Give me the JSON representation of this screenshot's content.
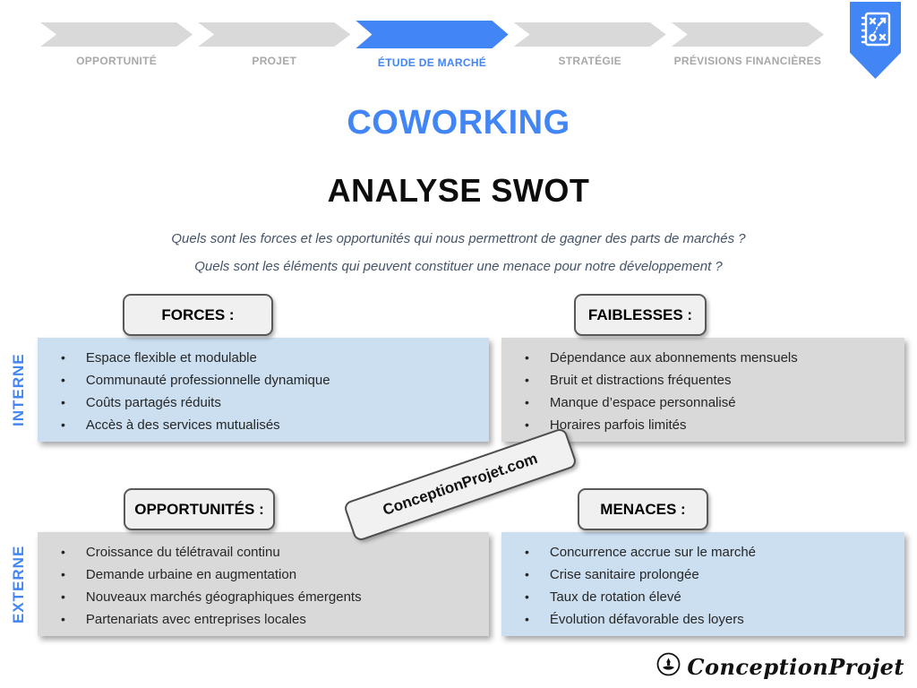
{
  "stepper": {
    "steps": [
      {
        "label": "OPPORTUNITÉ",
        "active": false
      },
      {
        "label": "PROJET",
        "active": false
      },
      {
        "label": "ÉTUDE DE MARCHÉ",
        "active": true
      },
      {
        "label": "STRATÉGIE",
        "active": false
      },
      {
        "label": "PRÉVISIONS FINANCIÈRES",
        "active": false
      }
    ]
  },
  "badge": {
    "icon": "strategy-plan-icon"
  },
  "header": {
    "title": "COWORKING",
    "subtitle": "ANALYSE SWOT"
  },
  "questions": [
    "Quels sont les forces et les opportunités qui nous permettront de gagner des parts de marchés ?",
    "Quels sont les éléments qui peuvent constituer une menace pour notre développement ?"
  ],
  "axis": {
    "internal": "INTERNE",
    "external": "EXTERNE"
  },
  "quadrants": {
    "forces": {
      "label": "FORCES :",
      "panel_color": "#CCDFF1",
      "items": [
        "Espace flexible et modulable",
        "Communauté professionnelle dynamique",
        "Coûts partagés réduits",
        "Accès à des services mutualisés"
      ]
    },
    "faiblesses": {
      "label": "FAIBLESSES :",
      "panel_color": "#D9D9D9",
      "items": [
        "Dépendance aux abonnements mensuels",
        "Bruit et distractions fréquentes",
        "Manque d’espace personnalisé",
        "Horaires parfois limités"
      ]
    },
    "opportunites": {
      "label": "OPPORTUNITÉS :",
      "panel_color": "#D9D9D9",
      "items": [
        "Croissance du télétravail continu",
        "Demande urbaine en augmentation",
        "Nouveaux marchés géographiques émergents",
        "Partenariats avec entreprises locales"
      ]
    },
    "menaces": {
      "label": "MENACES :",
      "panel_color": "#CCDFF1",
      "items": [
        "Concurrence accrue sur le marché",
        "Crise sanitaire prolongée",
        "Taux de rotation élevé",
        "Évolution défavorable des loyers"
      ]
    }
  },
  "watermark": "ConceptionProjet.com",
  "footer": {
    "logo_text": "ConceptionProjet"
  },
  "colors": {
    "accent_blue": "#4285F4",
    "panel_blue": "#CCDFF1",
    "panel_gray": "#D9D9D9",
    "inactive_gray": "#A8A8A8",
    "question_text": "#44546A"
  }
}
